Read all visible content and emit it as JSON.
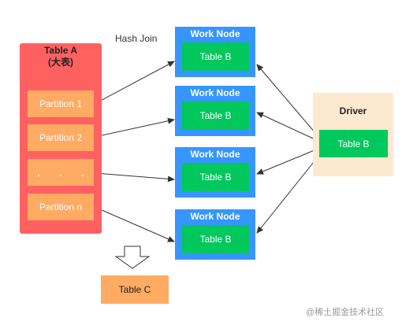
{
  "hash_join_label": "Hash Join",
  "table_a": {
    "title": "Table A",
    "subtitle": "(大表)",
    "partitions": [
      "Partition 1",
      "Partition 2",
      ". . .",
      "Partition n"
    ]
  },
  "work_nodes": [
    {
      "title": "Work Node",
      "table": "Table B"
    },
    {
      "title": "Work Node",
      "table": "Table B"
    },
    {
      "title": "Work Node",
      "table": "Table B"
    },
    {
      "title": "Work Node",
      "table": "Table B"
    }
  ],
  "driver": {
    "title": "Driver",
    "table": "Table B"
  },
  "table_c": "Table C",
  "watermark": "@稀土掘金技术社区",
  "colors": {
    "table_a": "#ff6161",
    "partition": "#ffab63",
    "work_node": "#3795ff",
    "table_b": "#00c85d",
    "driver": "#fde9cf"
  }
}
